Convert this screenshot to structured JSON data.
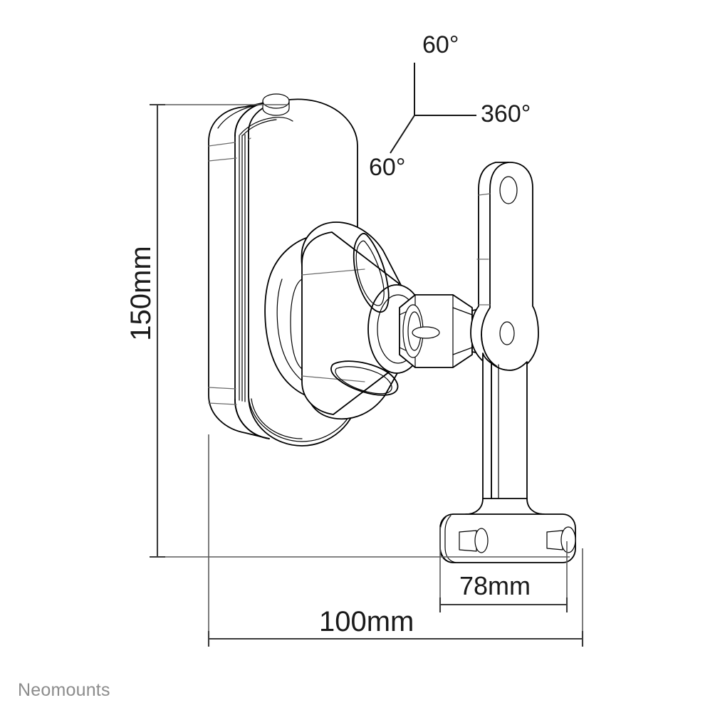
{
  "drawing": {
    "kind": "technical-dimension-drawing",
    "subject": "speaker wall mount bracket",
    "projection": "isometric perspective",
    "background_color": "#ffffff",
    "line_color": "#000000",
    "dimension_line_color": "#3a3a3a",
    "extension_line_color": "#555555"
  },
  "dimensions": {
    "height": {
      "value": "150mm",
      "orientation": "vertical",
      "position": "left"
    },
    "total_depth": {
      "value": "100mm",
      "orientation": "horizontal",
      "position": "bottom"
    },
    "bracket_depth": {
      "value": "78mm",
      "orientation": "horizontal",
      "position": "bottom-right"
    }
  },
  "rotation_callouts": {
    "tilt_up": "60°",
    "swivel": "360°",
    "tilt_down": "60°"
  },
  "brand": {
    "name": "Neomounts",
    "color": "#8c8c8c"
  }
}
